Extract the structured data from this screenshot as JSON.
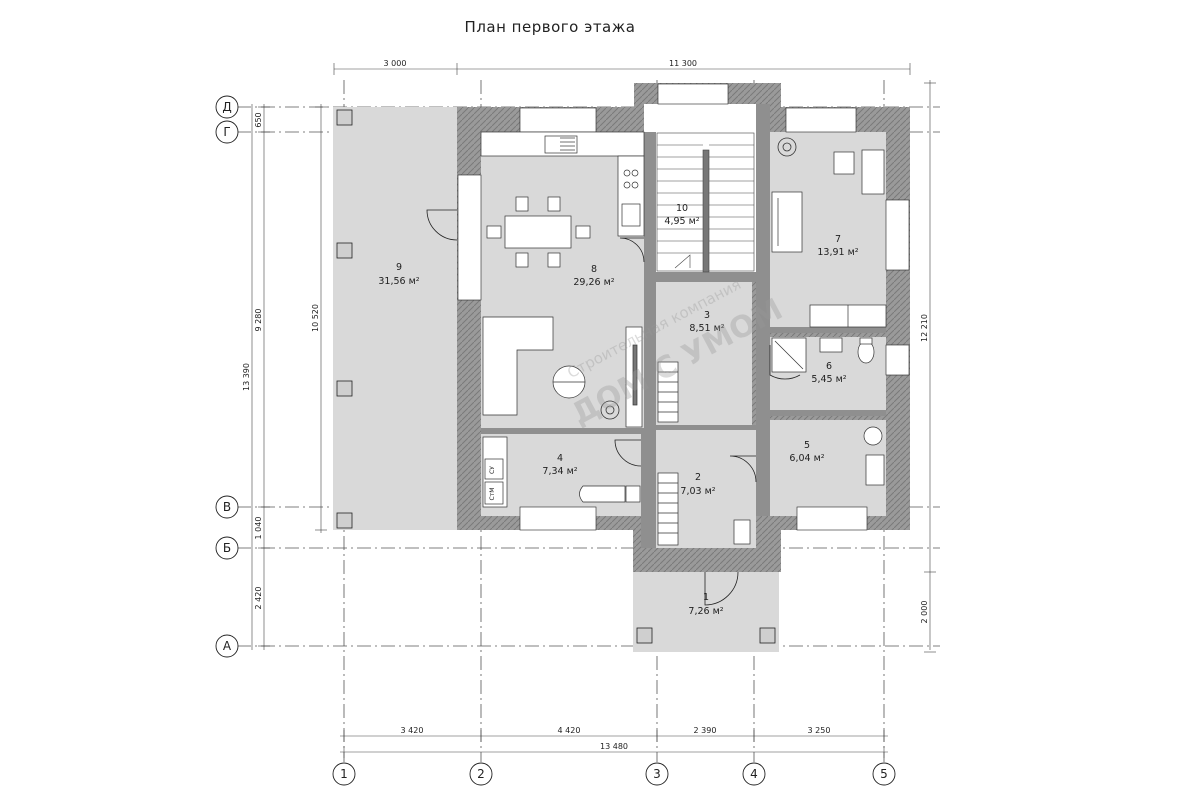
{
  "title": "План первого этажа",
  "dimensions": {
    "top_left": "3 000",
    "top_total": "11 300",
    "left_d_g": "650",
    "left_g_v": "9 280",
    "left_v_b": "1 040",
    "left_b_a": "2 420",
    "left_total": "13 390",
    "left_inner": "10 520",
    "right_total": "12 210",
    "right_porch": "2 000",
    "bottom_1_2": "3 420",
    "bottom_2_3": "4 420",
    "bottom_3_4": "2 390",
    "bottom_4_5": "3 250",
    "bottom_total": "13 480"
  },
  "axes_rows": [
    "Д",
    "Г",
    "В",
    "Б",
    "А"
  ],
  "axes_cols": [
    "1",
    "2",
    "3",
    "4",
    "5"
  ],
  "rooms": [
    {
      "num": "1",
      "area": "7,26 м²"
    },
    {
      "num": "2",
      "area": "7,03 м²"
    },
    {
      "num": "3",
      "area": "8,51 м²"
    },
    {
      "num": "4",
      "area": "7,34 м²"
    },
    {
      "num": "5",
      "area": "6,04 м²"
    },
    {
      "num": "6",
      "area": "5,45 м²"
    },
    {
      "num": "7",
      "area": "13,91 м²"
    },
    {
      "num": "8",
      "area": "29,26 м²"
    },
    {
      "num": "9",
      "area": "31,56 м²"
    },
    {
      "num": "10",
      "area": "4,95 м²"
    }
  ],
  "appliance_labels": {
    "dryer": "СУ",
    "washer": "СтМ"
  },
  "watermark": {
    "line1": "Строительная компания",
    "line2": "ДОМ С УМОМ"
  },
  "colors": {
    "room_fill": "#d9d9d9",
    "wall_fill": "#8f8f8f",
    "line": "#222222"
  }
}
